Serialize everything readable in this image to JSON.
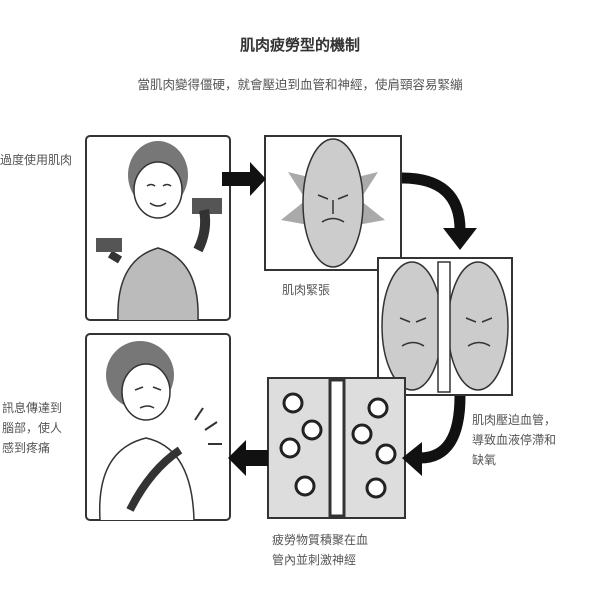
{
  "title": "肌肉疲勞型的機制",
  "subtitle": "當肌肉變得僵硬，就會壓迫到血管和神經，使肩頸容易緊繃",
  "steps": [
    {
      "label": "過度使用肌肉"
    },
    {
      "label": "肌肉緊張"
    },
    {
      "label_lines": [
        "肌肉壓迫血管，",
        "導致血液停滯和",
        "缺氧"
      ]
    },
    {
      "label_lines": [
        "疲勞物質積聚在血",
        "管內並刺激神經"
      ]
    },
    {
      "label_lines": [
        "訊息傳達到",
        "腦部，使人",
        "感到疼痛"
      ]
    }
  ]
}
